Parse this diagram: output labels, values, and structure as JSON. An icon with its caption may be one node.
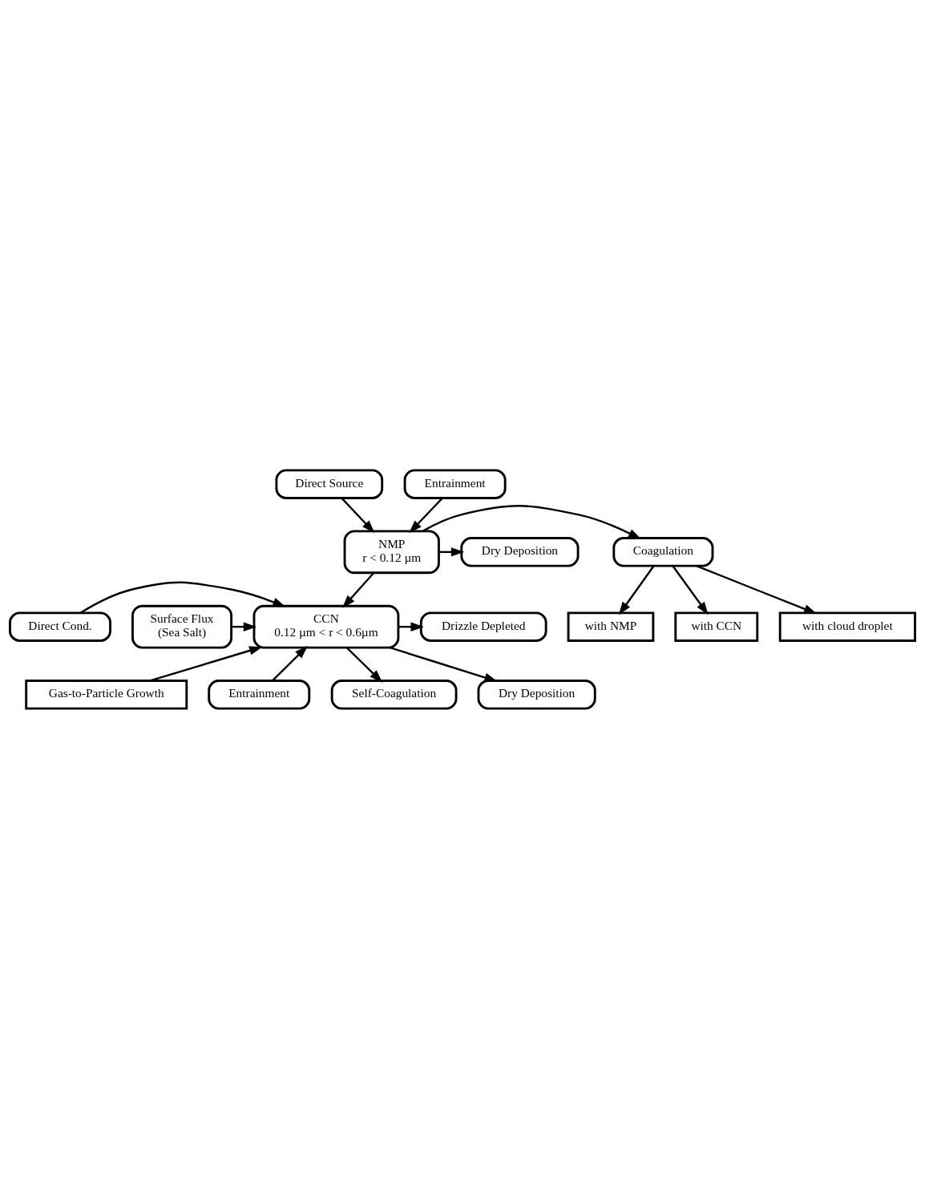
{
  "diagram": {
    "nodes": [
      {
        "text": [
          "Direct Source"
        ]
      },
      {
        "text": [
          "Coagulation"
        ]
      },
      {
        "text": [
          "with NMP"
        ]
      },
      {
        "text": [
          "with CCN"
        ]
      },
      {
        "text": [
          "with cloud droplet"
        ]
      },
      {
        "text": [
          "Entrainment"
        ]
      },
      {
        "text": [
          "NMP",
          "r < 0.12 µm"
        ]
      },
      {
        "text": [
          "Dry Deposition"
        ]
      },
      {
        "text": [
          "Gas-to-Particle Growth"
        ]
      },
      {
        "text": [
          "Entrainment"
        ]
      },
      {
        "text": [
          "Self-Coagulation"
        ]
      },
      {
        "text": [
          "CCN",
          "0.12 µm < r < 0.6µm"
        ]
      },
      {
        "text": [
          "Direct Cond."
        ]
      },
      {
        "text": [
          "Surface Flux",
          "(Sea Salt)"
        ]
      },
      {
        "text": [
          "Drizzle Depleted"
        ]
      },
      {
        "text": [
          "Dry Deposition"
        ]
      }
    ],
    "edges": [
      {
        "from": 0,
        "to": 6,
        "arrow": "to"
      },
      {
        "from": 6,
        "to": 1,
        "arrow": "to"
      },
      {
        "from": 1,
        "to": 2,
        "arrow": "to"
      },
      {
        "from": 1,
        "to": 3,
        "arrow": "to"
      },
      {
        "from": 1,
        "to": 4,
        "arrow": "to"
      },
      {
        "from": 5,
        "to": 6,
        "arrow": "to"
      },
      {
        "from": 6,
        "to": 7,
        "arrow": "to"
      },
      {
        "from": 6,
        "to": 11,
        "arrow": "to"
      },
      {
        "from": 8,
        "to": 11,
        "arrow": "to"
      },
      {
        "from": 9,
        "to": 11,
        "arrow": "to"
      },
      {
        "from": 12,
        "to": 11,
        "arrow": "to"
      },
      {
        "from": 13,
        "to": 11,
        "arrow": "to"
      },
      {
        "from": 11,
        "to": 10,
        "arrow": "to"
      },
      {
        "from": 11,
        "to": 14,
        "arrow": "to"
      },
      {
        "from": 11,
        "to": 15,
        "arrow": "to"
      }
    ]
  }
}
